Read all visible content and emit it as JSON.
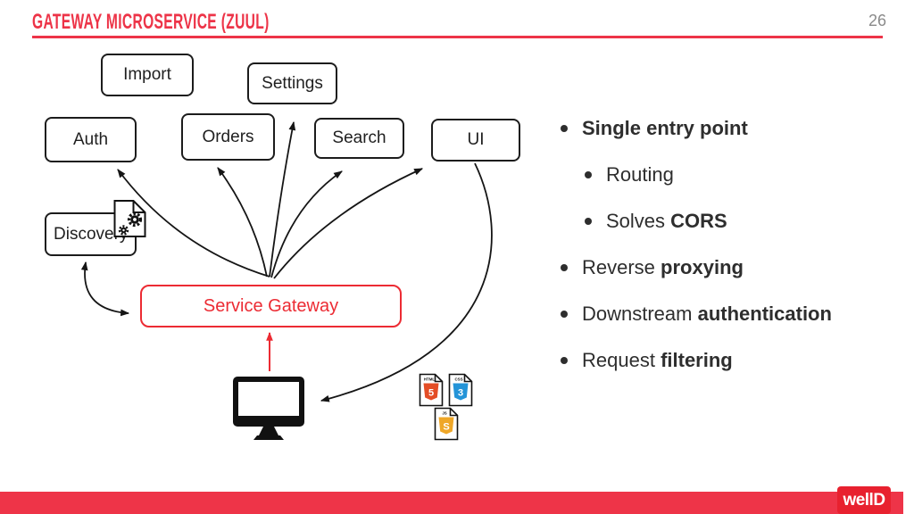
{
  "header": {
    "title": "GATEWAY MICROSERVICE (ZUUL)",
    "page_number": "26"
  },
  "diagram": {
    "boxes": {
      "import": "Import",
      "settings": "Settings",
      "auth": "Auth",
      "orders": "Orders",
      "search": "Search",
      "ui": "UI",
      "discovery": "Discovery",
      "gateway": "Service Gateway"
    },
    "connections": [
      {
        "from": "service-gateway",
        "to": "auth"
      },
      {
        "from": "service-gateway",
        "to": "orders"
      },
      {
        "from": "service-gateway",
        "to": "settings"
      },
      {
        "from": "service-gateway",
        "to": "search"
      },
      {
        "from": "service-gateway",
        "to": "ui"
      },
      {
        "from": "service-gateway",
        "to": "discovery",
        "bidirectional": true
      },
      {
        "from": "browser-monitor",
        "to": "service-gateway",
        "color": "red"
      },
      {
        "from": "ui",
        "to": "browser-monitor"
      }
    ],
    "icons": {
      "monitor": "monitor-icon",
      "gears_document": "gears-document-icon"
    },
    "file_icons": [
      {
        "label": "HTML",
        "glyph": "5",
        "color": "#e44d26"
      },
      {
        "label": "CSS",
        "glyph": "3",
        "color": "#2494d8"
      },
      {
        "label": "JS",
        "glyph": "S",
        "color": "#efa728"
      }
    ]
  },
  "bullets": [
    {
      "level": 1,
      "segments": [
        {
          "text": "Single entry point",
          "bold": true
        }
      ]
    },
    {
      "level": 2,
      "segments": [
        {
          "text": "Routing",
          "bold": false
        }
      ]
    },
    {
      "level": 2,
      "segments": [
        {
          "text": "Solves ",
          "bold": false
        },
        {
          "text": "CORS",
          "bold": true
        }
      ]
    },
    {
      "level": 1,
      "segments": [
        {
          "text": "Reverse ",
          "bold": false
        },
        {
          "text": "proxying",
          "bold": true
        }
      ]
    },
    {
      "level": 1,
      "segments": [
        {
          "text": "Downstream ",
          "bold": false
        },
        {
          "text": "authentication",
          "bold": true
        }
      ]
    },
    {
      "level": 1,
      "segments": [
        {
          "text": "Request ",
          "bold": false
        },
        {
          "text": "filtering",
          "bold": true
        }
      ]
    }
  ],
  "footer": {
    "logo_text": "wellD"
  },
  "colors": {
    "accent_red": "#ed3448",
    "gateway_red": "#ec2b33",
    "text_dark": "#2e2e2e"
  }
}
